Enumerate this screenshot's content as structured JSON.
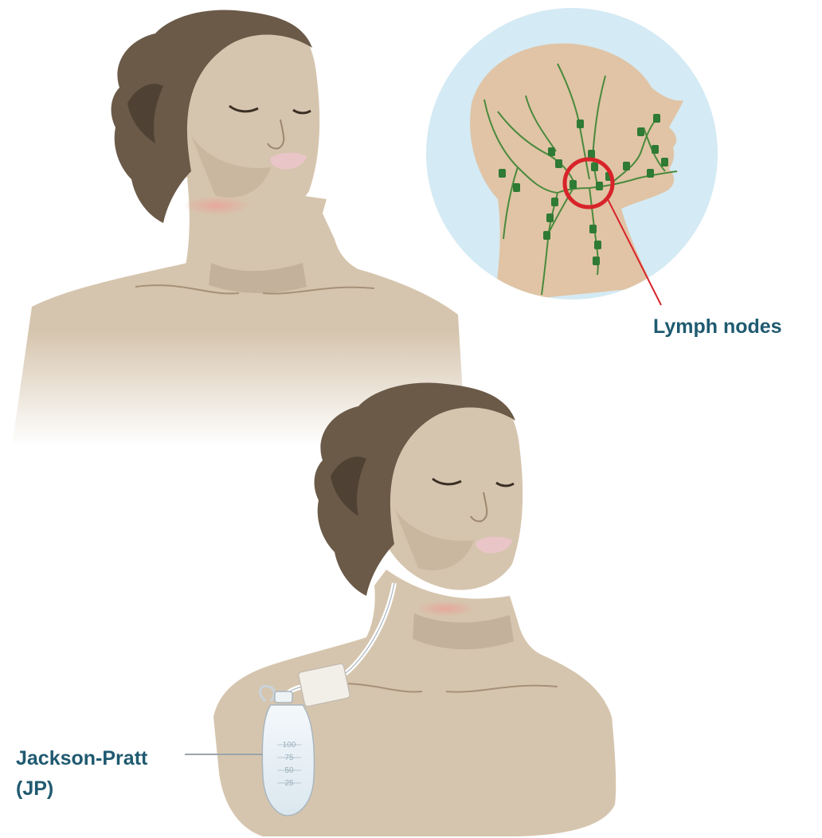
{
  "labels": {
    "lymph_nodes": "Lymph nodes",
    "jp_drain_line1": "Jackson-Pratt",
    "jp_drain_line2": "(JP)"
  },
  "jp_bulb_markings": [
    "100",
    "75",
    "50",
    "25"
  ],
  "colors": {
    "skin": "#d6c5ae",
    "skin_shadow": "#b8a48e",
    "hair": "#6b5a48",
    "hair_dark": "#4f4234",
    "lips": "#eac5c8",
    "inset_background": "#d4eaf4",
    "lymph_vessel": "#4a8a3e",
    "lymph_node": "#2f7a34",
    "highlight_ring": "#d8232a",
    "label_text": "#1f5a70",
    "incision_redness": "#e8a49a"
  }
}
